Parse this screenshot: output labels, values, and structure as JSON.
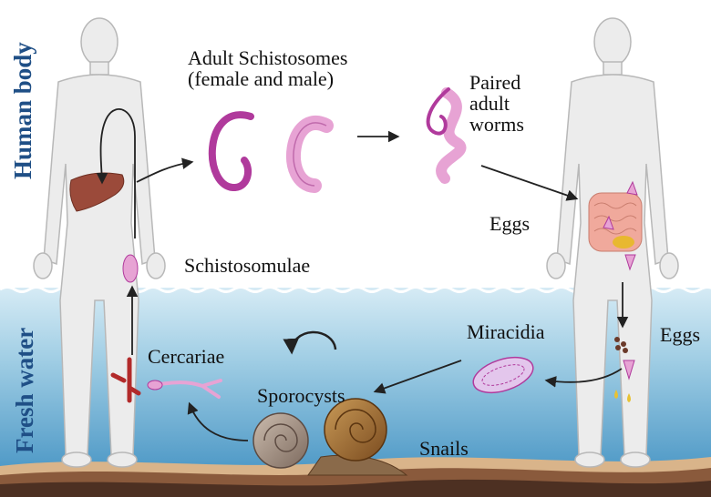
{
  "sections": {
    "human_body": "Human body",
    "fresh_water": "Fresh water"
  },
  "labels": {
    "adult_line1": "Adult Schistosomes",
    "adult_line2": "(female and male)",
    "paired_line1": "Paired",
    "paired_line2": "adult",
    "paired_line3": "worms",
    "eggs_body": "Eggs",
    "schistosomulae": "Schistosomulae",
    "miracidia": "Miracidia",
    "eggs_water": "Eggs",
    "cercariae": "Cercariae",
    "sporocysts": "Sporocysts",
    "snails": "Snails"
  },
  "colors": {
    "water_top": "#cfe6f2",
    "water_bottom": "#3d8fc0",
    "body_fill": "#ececec",
    "body_stroke": "#b8b8b8",
    "worm_dark": "#b03a9c",
    "worm_light": "#e7a3d4",
    "liver": "#9b4a3a",
    "ground": "#8a5a3c",
    "label_blue": "#1f4f86"
  }
}
